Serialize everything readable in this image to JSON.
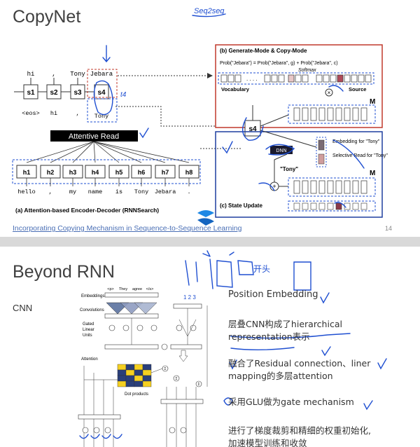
{
  "slide1": {
    "title": "CopyNet",
    "handwritten_note": "Seq2seq",
    "link": "Incorporating Copying Mechanism in Sequence-to-Sequence Learning",
    "page_number": "14",
    "left": {
      "caption": "(a) Attention-based Encoder-Decoder (RNNSearch)",
      "attentive_read": "Attentive Read",
      "decoder_states": [
        "s1",
        "s2",
        "s3",
        "s4"
      ],
      "decoder_outputs": [
        "hi",
        ",",
        "Tony",
        "Jebara"
      ],
      "decoder_inputs": [
        "<eos>",
        "hi",
        ",",
        "Tony"
      ],
      "encoder_states": [
        "h1",
        "h2",
        "h3",
        "h4",
        "h5",
        "h6",
        "h7",
        "h8"
      ],
      "encoder_words": [
        "hello",
        ",",
        "my",
        "name",
        "is",
        "Tony",
        "Jebara",
        "."
      ],
      "handwritten_t": "t4"
    },
    "right": {
      "top_title": "(b) Generate-Mode & Copy-Mode",
      "prob_formula": "Prob(\"Jebara\") = Prob(\"Jebara\", g) + Prob(\"Jebara\", c)",
      "softmax": "Softmax",
      "vocabulary": "Vocabulary",
      "source": "Source",
      "M": "M",
      "s4": "s4",
      "dnn": "DNN",
      "embedding_label": "Embedding for \"Tony\"",
      "selective_read": "Selective Read for \"Tony\"",
      "tony": "\"Tony\"",
      "state_update": "(c) State Update",
      "M2": "M"
    }
  },
  "slide2": {
    "title": "Beyond RNN",
    "cnn": "CNN",
    "fig": {
      "embeddings": "Embeddings",
      "convolutions": "Convolutions",
      "glu": "Gated Linear Units",
      "attention": "Attention",
      "dot_products": "Dot products",
      "tokens": [
        "<p>",
        "They",
        "agree",
        "</s>"
      ],
      "hand_nums": "1 2 3"
    },
    "bullets": [
      "Position Embedding",
      "层叠CNN构成了hierarchical",
      "representation表示",
      "融合了Residual connection、liner",
      "mapping的多层attention",
      "采用GLU做为gate mechanism",
      "进行了梯度裁剪和精细的权重初始化,",
      "加速模型训练和收敛"
    ],
    "handwritten_top": "开头"
  }
}
